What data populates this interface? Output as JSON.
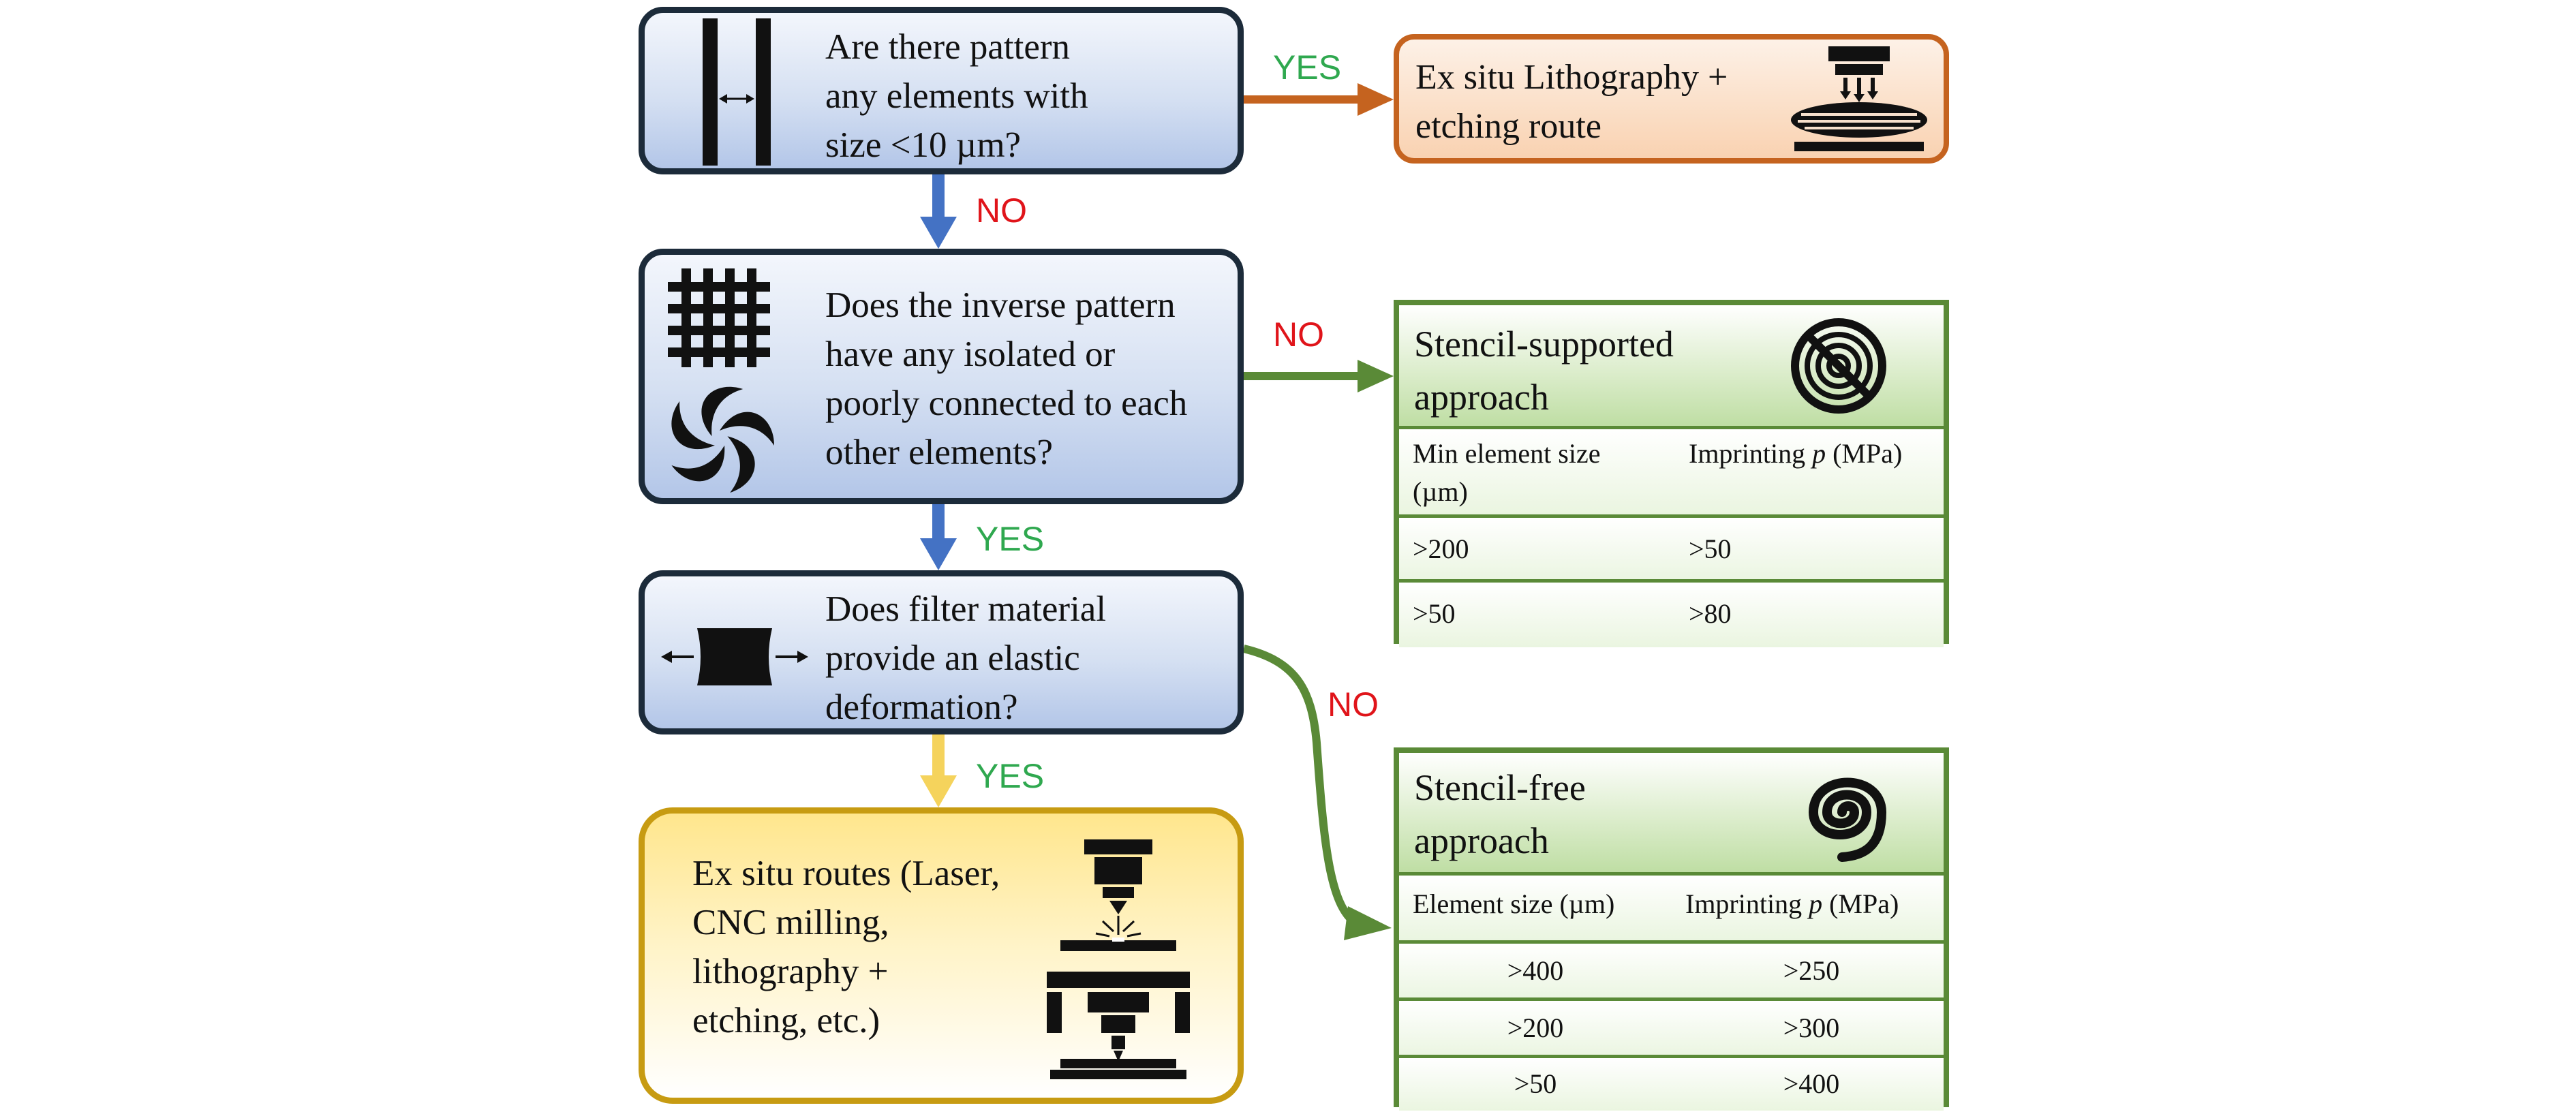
{
  "questions": {
    "q1": "Are there pattern\nany elements with\nsize <10 µm?",
    "q2": "Does the inverse pattern\nhave any isolated or\npoorly connected to each\nother elements?",
    "q3": "Does filter material\nprovide  an elastic\ndeformation?"
  },
  "outcomes": {
    "lithography": "Ex situ Lithography +\netching route",
    "ex_situ": "Ex situ routes (Laser,\nCNC milling,\nlithography +\netching, etc.)"
  },
  "arrow_labels": {
    "q1_yes": "YES",
    "q1_no": "NO",
    "q2_no": "NO",
    "q2_yes": "YES",
    "q3_yes": "YES",
    "q3_no": "NO"
  },
  "stencil_supported": {
    "title": "Stencil-supported\napproach",
    "header": [
      "Min element size\n(µm)",
      "Imprinting p (MPa)"
    ],
    "rows": [
      [
        ">200",
        ">50"
      ],
      [
        ">50",
        ">80"
      ]
    ]
  },
  "stencil_free": {
    "title": "Stencil-free\napproach",
    "header": [
      "Element size (µm)",
      "Imprinting p (MPa)"
    ],
    "rows": [
      [
        ">400",
        ">250"
      ],
      [
        ">200",
        ">300"
      ],
      [
        ">50",
        ">400"
      ]
    ]
  },
  "colors": {
    "question_border": "#1c2b3a",
    "blue_arrow": "#4472c4",
    "orange_arrow": "#c5631f",
    "green_arrow": "#5a8a37",
    "yellow_arrow": "#f5d35c",
    "yes_text": "#2fa84f",
    "no_text": "#e0141a"
  },
  "icons": [
    "parallel-lines-icon",
    "grid-icon",
    "swirl-icon",
    "stretch-icon",
    "lithography-machine-icon",
    "no-stencil-spiral-icon",
    "spiral-icon",
    "laser-machine-icon",
    "cnc-mill-icon"
  ]
}
